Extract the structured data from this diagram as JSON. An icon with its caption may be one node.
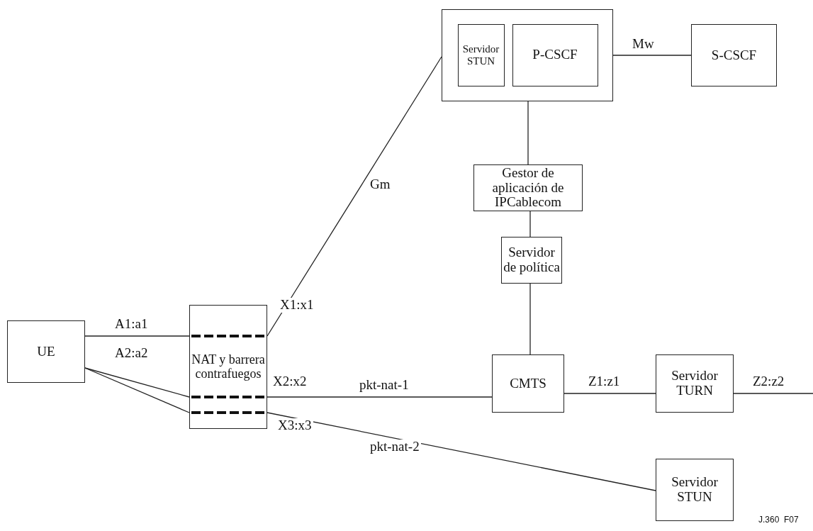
{
  "diagram": {
    "nodes": [
      {
        "text": [],
        "shape": "box"
      },
      {
        "text": [
          "Servidor STUN"
        ],
        "in": 0
      },
      {
        "text": [
          "P-CSCF"
        ],
        "in": 0
      },
      {
        "text": [
          "S-CSCF"
        ]
      },
      {
        "text": [
          "Gestor de aplicación de IPCablecom"
        ]
      },
      {
        "text": [
          "Servidor de política"
        ]
      },
      {
        "text": [
          "CMTS"
        ]
      },
      {
        "text": [
          "Servidor TURN"
        ]
      },
      {
        "text": [
          "Servidor STUN"
        ]
      },
      {
        "text": [
          "UE"
        ]
      },
      {
        "text": [
          "NAT y barrera contrafuegos"
        ]
      }
    ],
    "edges": [
      {
        "from": 9,
        "to": 10,
        "arrow": "none",
        "label": "A1:a1"
      },
      {
        "from": 9,
        "to": 10,
        "arrow": "none",
        "label": "A2:a2"
      },
      {
        "from": 9,
        "to": 10,
        "arrow": "none"
      },
      {
        "from": 10,
        "to": 0,
        "arrow": "none",
        "label": "Gm"
      },
      {
        "from": 10,
        "to": 6,
        "arrow": "none",
        "label": "pkt-nat-1"
      },
      {
        "from": 10,
        "to": 8,
        "arrow": "none",
        "label": "pkt-nat-2"
      },
      {
        "from": 0,
        "to": 3,
        "arrow": "none",
        "label": "Mw"
      },
      {
        "from": 0,
        "to": 4,
        "arrow": "none"
      },
      {
        "from": 4,
        "to": 5,
        "arrow": "none"
      },
      {
        "from": 5,
        "to": 6,
        "arrow": "none"
      },
      {
        "from": 6,
        "to": 7,
        "arrow": "none",
        "label": "Z1:z1"
      },
      {
        "from": 7,
        "to": null,
        "arrow": "none",
        "label": "Z2:z2"
      }
    ],
    "labels": [
      "X1:x1",
      "X2:x2",
      "X3:x3",
      "J.360  F07"
    ]
  }
}
